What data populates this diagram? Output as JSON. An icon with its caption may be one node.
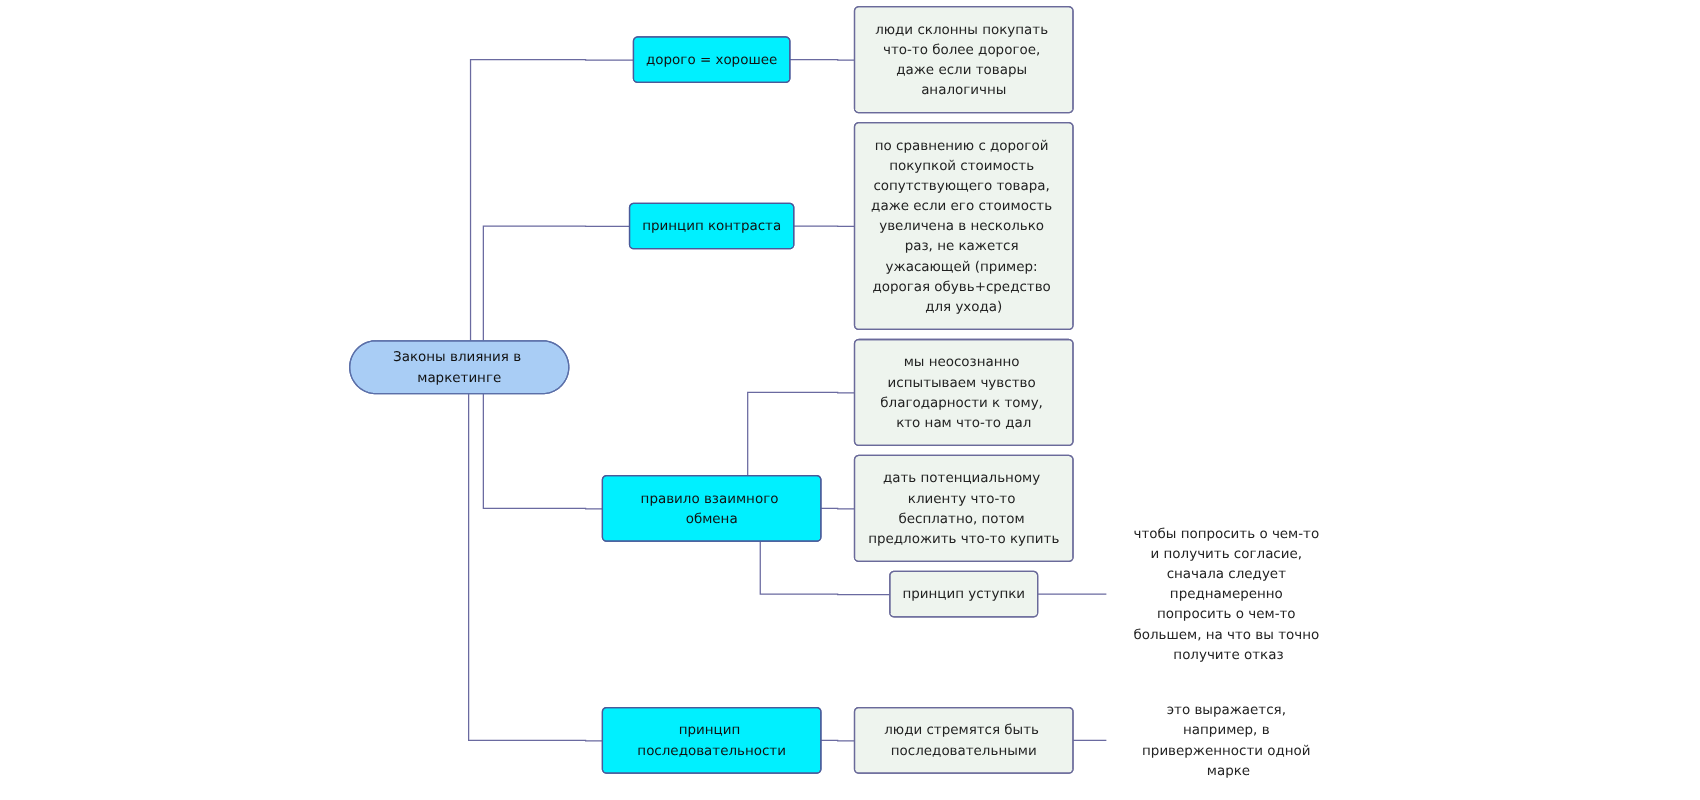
{
  "diagram": {
    "nodes": [
      {
        "text": [
          "Законы влияния в маркетинге"
        ]
      },
      {
        "text": [
          "дорого = хорошее"
        ]
      },
      {
        "text": [
          "люди склонны покупать что-то более дорогое, даже если товары аналогичны"
        ]
      },
      {
        "text": [
          "принцип контраста"
        ]
      },
      {
        "text": [
          "по сравнению с дорогой покупкой стоимость сопутствующего товара, даже если его стоимость увеличена в несколько раз, не кажется ужасающей (пример: дорогая обувь+средство для ухода)"
        ]
      },
      {
        "text": [
          "правило взаимного обмена"
        ]
      },
      {
        "text": [
          "мы неосознанно испытываем чувство благодарности к тому, кто нам что-то дал"
        ]
      },
      {
        "text": [
          "дать потенциальному клиенту что-то бесплатно, потом предложить что-то купить"
        ]
      },
      {
        "text": [
          "принцип уступки"
        ]
      },
      {
        "text": [
          "чтобы попросить о чем-то и получить согласие, сначала следует преднамеренно попросить о чем-то большем, на что вы точно получите отказ"
        ]
      },
      {
        "text": [
          "принцип последовательности"
        ]
      },
      {
        "text": [
          "люди стремятся быть последовательными"
        ]
      },
      {
        "text": [
          "это выражается, например, в приверженности одной марке"
        ]
      }
    ],
    "edges": [
      {
        "from": 0,
        "to": 1,
        "arrow": "none"
      },
      {
        "from": 1,
        "to": 2,
        "arrow": "none"
      },
      {
        "from": 0,
        "to": 3,
        "arrow": "none"
      },
      {
        "from": 3,
        "to": 4,
        "arrow": "none"
      },
      {
        "from": 0,
        "to": 5,
        "arrow": "none"
      },
      {
        "from": 5,
        "to": 6,
        "arrow": "none"
      },
      {
        "from": 5,
        "to": 7,
        "arrow": "none"
      },
      {
        "from": 5,
        "to": 8,
        "arrow": "none"
      },
      {
        "from": 8,
        "to": 9,
        "arrow": "none"
      },
      {
        "from": 0,
        "to": 10,
        "arrow": "none"
      },
      {
        "from": 10,
        "to": 11,
        "arrow": "none"
      },
      {
        "from": 11,
        "to": 12,
        "arrow": "none"
      }
    ]
  }
}
